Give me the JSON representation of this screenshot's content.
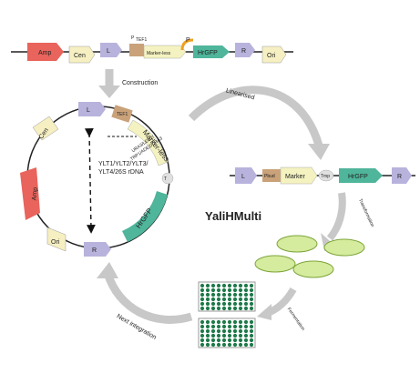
{
  "linear_top": {
    "amp": "Amp",
    "cen": "Cen",
    "l": "L",
    "promoter": "P",
    "promoter_sub": "TEF1",
    "marker": "Marker-less",
    "p": "P",
    "hrgfp": "HrGFP",
    "r": "R",
    "ori": "Ori"
  },
  "construction_label": "Construction",
  "circle": {
    "l": "L",
    "promoter": "P",
    "promoter_sub": "TEF1",
    "marker": "Marker-less",
    "marker_list": [
      "URA3/LEU2/",
      "TRP1/ADE2/URA3"
    ],
    "term": "T",
    "hrgfp": "HrGFP",
    "r": "R",
    "ori": "Ori",
    "amp": "Amp",
    "cen": "Cen",
    "sites": [
      "YLT1/YLT2/YLT3/",
      "YLT4/26S rDNA"
    ]
  },
  "linearised_label": "Linearised",
  "linear_right": {
    "l": "L",
    "promoter": "Pbud",
    "marker": "Marker",
    "term": "Tmp",
    "hrgfp": "HrGFP",
    "r": "R"
  },
  "title": "YaliHMulti",
  "transformation_label": "Transformation",
  "fermentation_label": "Fermentation",
  "next_integration_label": "Next integration",
  "colors": {
    "amp": "#e8645c",
    "cen": "#f6efc2",
    "lr": "#b7b3dc",
    "promoter": "#c9a27a",
    "marker": "#f4f2c0",
    "hrgfp": "#4fb59b",
    "ori": "#f6efc2",
    "arrow": "#c8c8c8",
    "plate": "#bfe08a",
    "well": "#1f7a4a"
  }
}
